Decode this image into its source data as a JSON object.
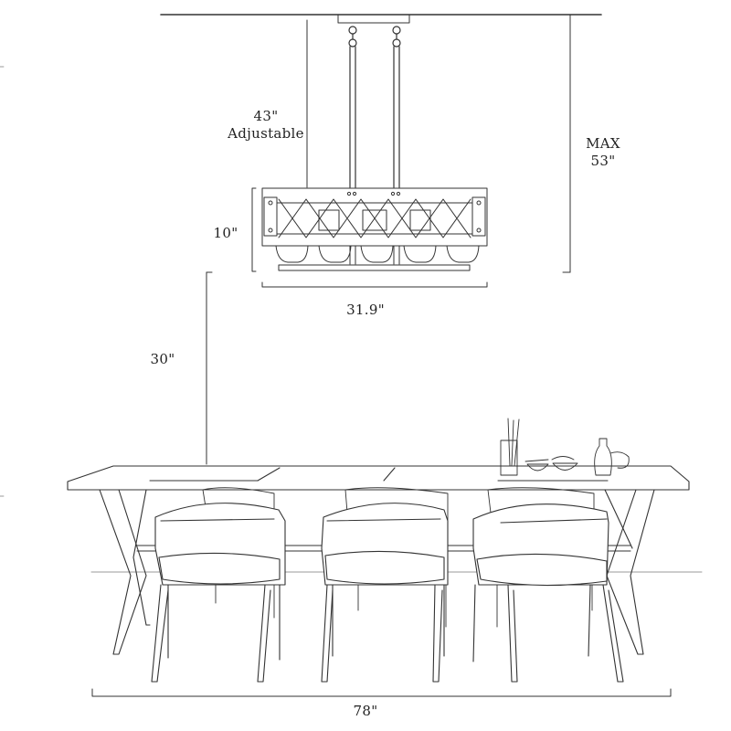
{
  "diagram": {
    "subject": "Rectangular chandelier hung above dining table — dimension drawing",
    "line_color": "#333333",
    "background": "#ffffff"
  },
  "dimensions": {
    "rod_length": {
      "value": "43\"",
      "note": "Adjustable"
    },
    "max_overall_height": {
      "prefix": "MAX",
      "value": "53\""
    },
    "fixture_height": {
      "value": "10\""
    },
    "fixture_width": {
      "value": "31.9\""
    },
    "clearance_above_table": {
      "value": "30\""
    },
    "table_length": {
      "value": "78\""
    }
  },
  "scene": {
    "fixture_lights": 5,
    "chairs_front": 3,
    "chairs_back": 3,
    "tabletop_items": [
      "utensil-cup",
      "bowls",
      "vase",
      "teapot"
    ]
  }
}
